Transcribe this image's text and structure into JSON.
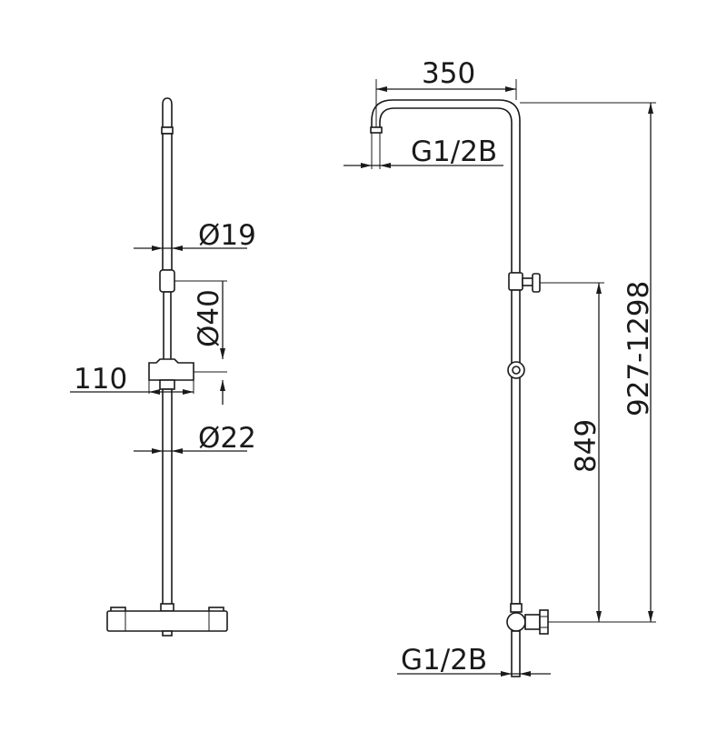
{
  "dimensions": {
    "top_width": "350",
    "inlet_top": "G1/2B",
    "pipe_dia_top": "Ø19",
    "holder_dia": "Ø40",
    "holder_depth": "110",
    "pipe_dia_bottom": "Ø22",
    "mixer_height": "849",
    "total_height": "927-1298",
    "inlet_bottom": "G1/2B"
  }
}
